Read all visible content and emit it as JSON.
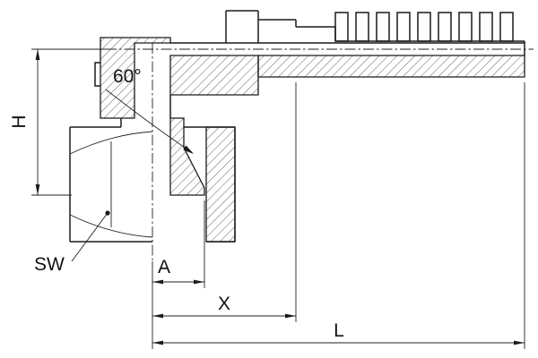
{
  "figure": {
    "kind": "technical line drawing",
    "subject": "90-degree elbow hose fitting, half-section",
    "background_color": "#ffffff",
    "line_color": "#1a1a1a"
  },
  "labels": {
    "height_dim": "H",
    "cone_angle": "60°",
    "wrench_size": "SW",
    "dim_a": "A",
    "dim_x": "X",
    "dim_l": "L"
  }
}
